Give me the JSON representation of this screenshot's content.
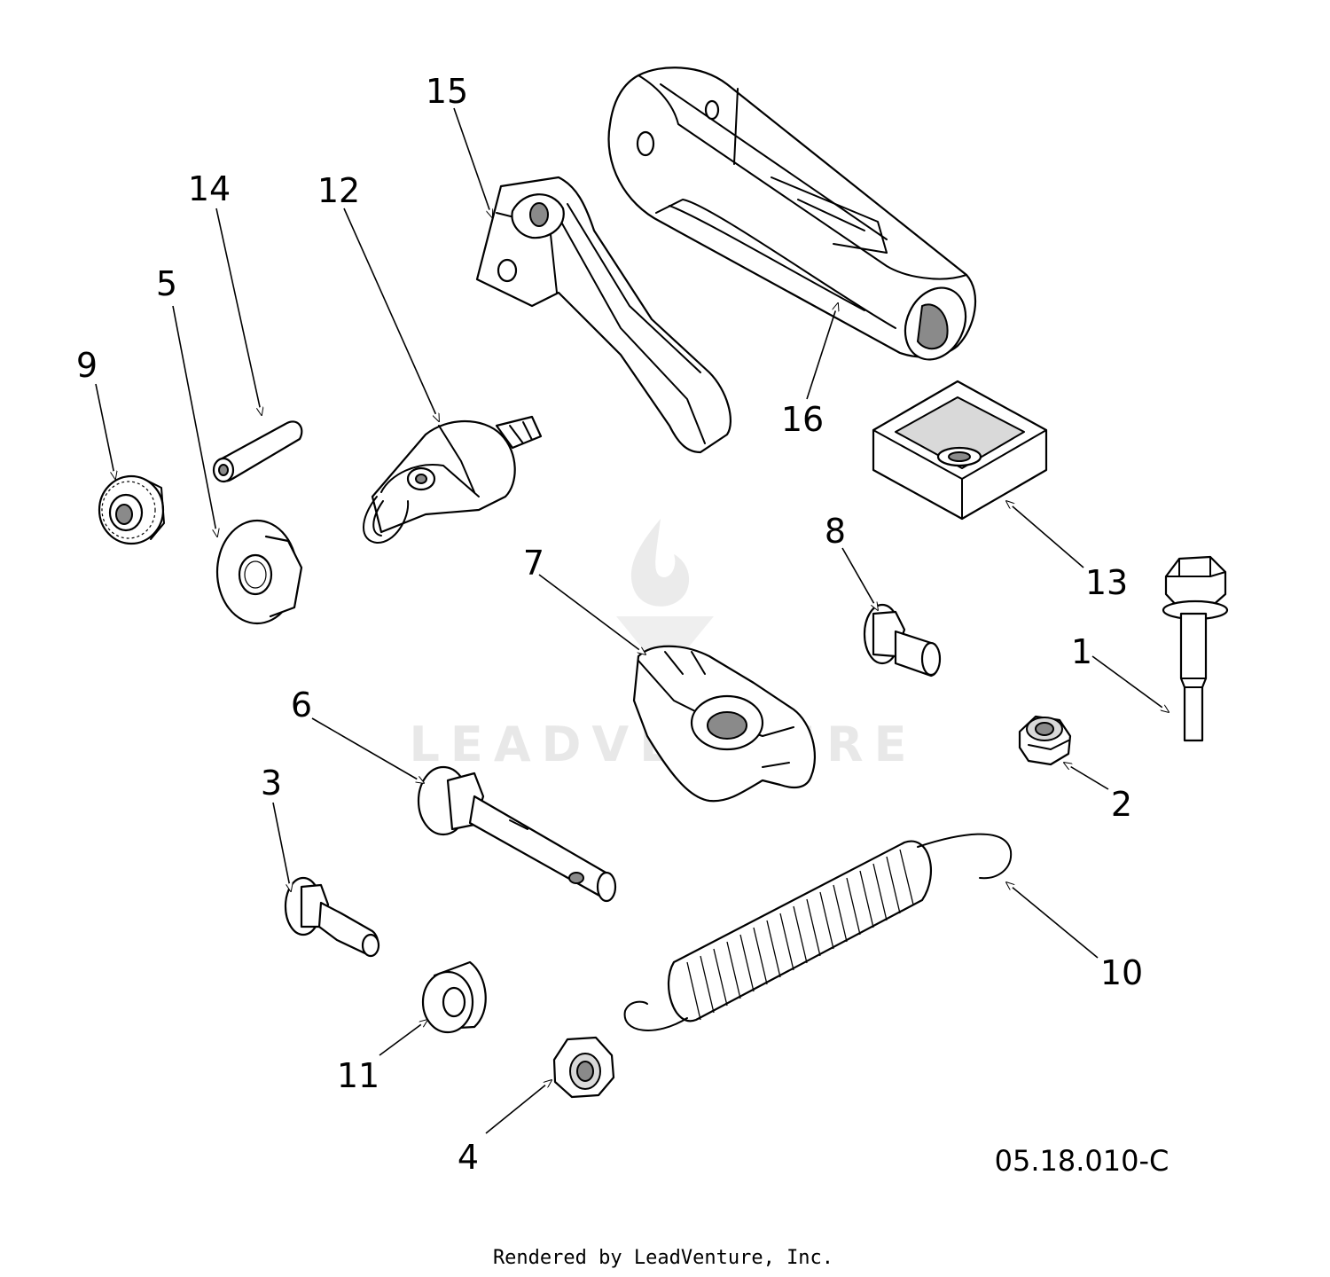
{
  "diagram": {
    "drawing_code": "05.18.010-C",
    "credit": "Rendered by LeadVenture, Inc.",
    "watermark_text": "LEADVENTURE",
    "callouts": [
      "1",
      "2",
      "3",
      "4",
      "5",
      "6",
      "7",
      "8",
      "9",
      "10",
      "11",
      "12",
      "13",
      "14",
      "15",
      "16"
    ]
  }
}
